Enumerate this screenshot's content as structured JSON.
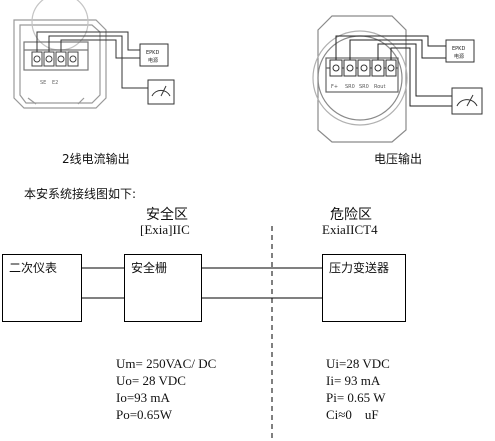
{
  "figures": {
    "left": {
      "caption": "2线电流输出",
      "terminals": [
        "SE",
        "E2"
      ]
    },
    "right": {
      "caption": "电压输出",
      "terminals": [
        "F+",
        "SR0",
        "SR0",
        "Rout"
      ]
    },
    "meter_label": "EPKD\n电源"
  },
  "section_title": "本安系统接线图如下:",
  "safe_zone": {
    "title": "安全区",
    "subtitle": "[Exia]IIC"
  },
  "hazard_zone": {
    "title": "危险区",
    "subtitle": "ExiaIICT4"
  },
  "boxes": {
    "instrument": "二次仪表",
    "barrier": "安全栅",
    "transmitter": "压力变送器"
  },
  "specs_safe": [
    "Um= 250VAC/ DC",
    "Uo= 28 VDC",
    "Io=93 mA",
    "Po=0.65W"
  ],
  "specs_hazard": [
    "Ui=28 VDC",
    "Ii= 93 mA",
    "Pi= 0.65 W",
    "Ci≈0    uF"
  ]
}
